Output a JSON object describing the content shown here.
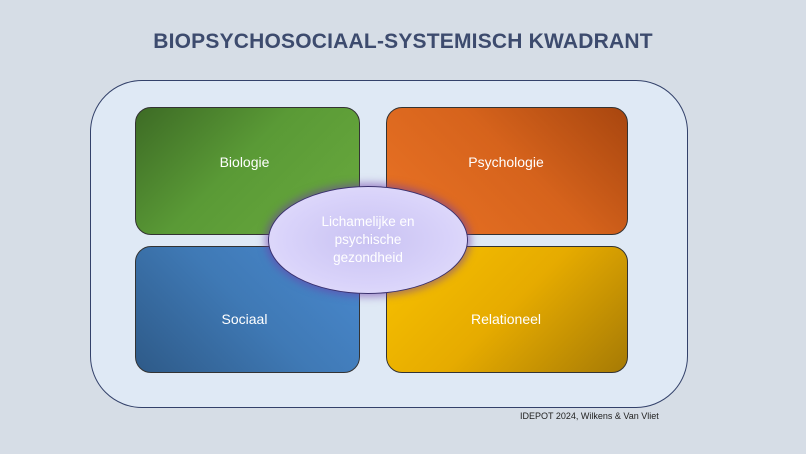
{
  "title": "BIOPSYCHOSOCIAAL-SYSTEMISCH KWADRANT",
  "quadrants": {
    "biologie": "Biologie",
    "psychologie": "Psychologie",
    "sociaal": "Sociaal",
    "relationeel": "Relationeel"
  },
  "center": "Lichamelijke en psychische gezondheid",
  "credit": "IDEPOT 2024, Wilkens & Van Vliet",
  "colors": {
    "biologie": "#5a9a36",
    "psychologie": "#d6631c",
    "sociaal": "#3f79b5",
    "relationeel": "#e6ab00",
    "center": "#d9d3fa"
  }
}
